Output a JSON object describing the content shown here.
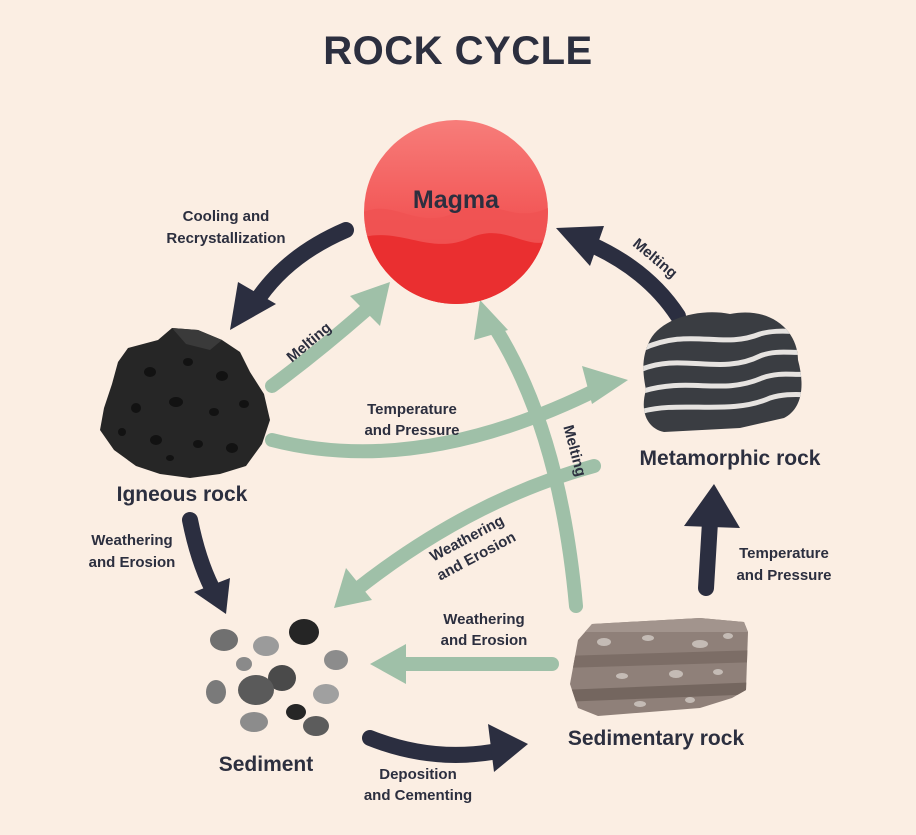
{
  "title": "ROCK CYCLE",
  "colors": {
    "background": "#fbeee3",
    "dark_arrow": "#2b2e40",
    "light_arrow": "#9fc0a8",
    "magma": "#f0393a",
    "text": "#2c2f3f"
  },
  "nodes": {
    "magma": "Magma",
    "igneous": "Igneous rock",
    "metamorphic": "Metamorphic rock",
    "sediment": "Sediment",
    "sedimentary": "Sedimentary rock"
  },
  "processes": {
    "cooling_line1": "Cooling and",
    "cooling_line2": "Recrystallization",
    "melting_igneous": "Melting",
    "melting_metamorphic": "Melting",
    "melting_sedimentary": "Melting",
    "temp_pressure_igneous_line1": "Temperature",
    "temp_pressure_igneous_line2": "and Pressure",
    "temp_pressure_sedimentary_line1": "Temperature",
    "temp_pressure_sedimentary_line2": "and Pressure",
    "weathering_igneous_line1": "Weathering",
    "weathering_igneous_line2": "and Erosion",
    "weathering_metamorphic_line1": "Weathering",
    "weathering_metamorphic_line2": "and Erosion",
    "weathering_sedimentary_line1": "Weathering",
    "weathering_sedimentary_line2": "and Erosion",
    "deposition_line1": "Deposition",
    "deposition_line2": "and Cementing"
  }
}
